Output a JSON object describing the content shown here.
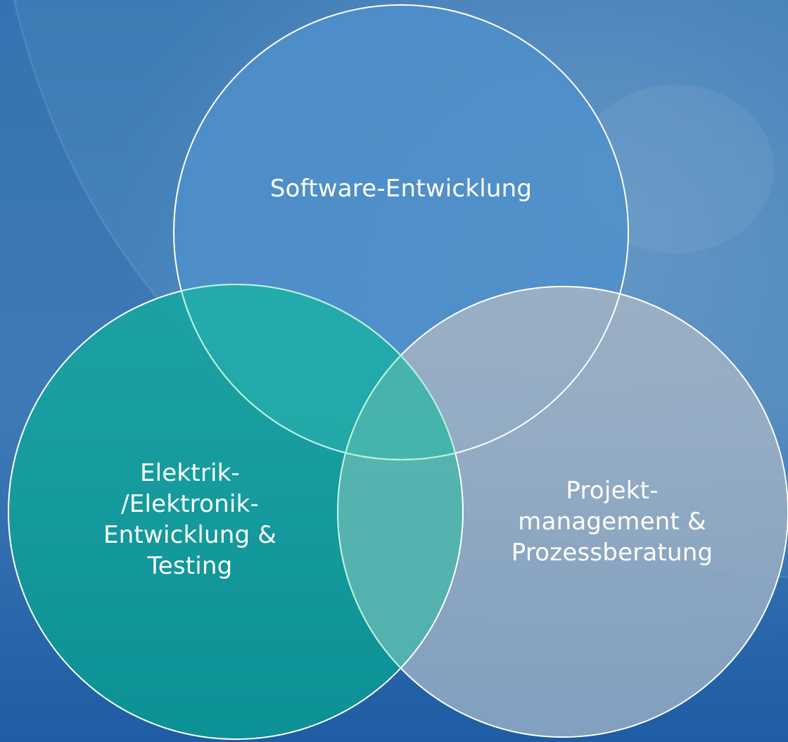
{
  "diagram": {
    "type": "venn",
    "circles": [
      {
        "id": "software",
        "lines": [
          "Software-Entwicklung"
        ],
        "fill": "#4f8fca"
      },
      {
        "id": "elektrik",
        "lines": [
          "Elektrik-",
          "/Elektronik-",
          "Entwicklung &",
          "Testing"
        ],
        "fill": "#0f9e9a"
      },
      {
        "id": "projekt",
        "lines": [
          "Projekt-",
          "management &",
          "Prozessberatung"
        ],
        "fill": "#9db2c6"
      }
    ]
  },
  "colors": {
    "background_top": "#3a7ab8",
    "background_bottom": "#1f5fa6",
    "outline": "#ffffff",
    "text": "#ffffff"
  }
}
